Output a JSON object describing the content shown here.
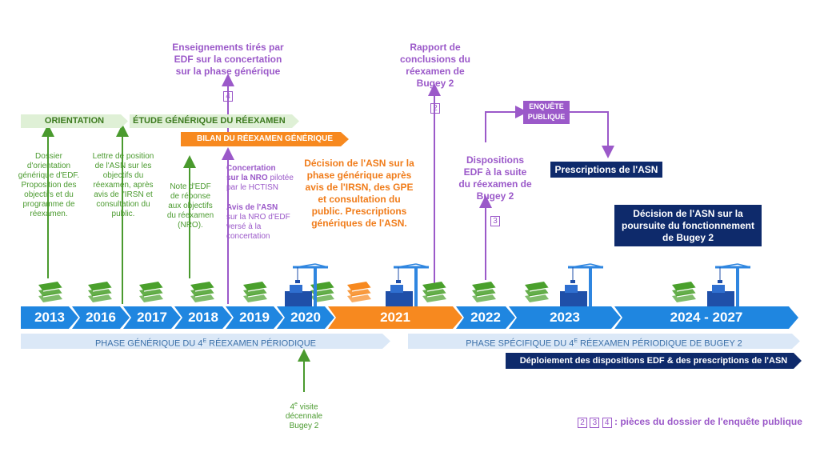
{
  "top": {
    "enseignements": "Enseignements tirés par\nEDF sur la concertation\nsur la phase générique",
    "enseignements_num": "4",
    "rapport": "Rapport de\nconclusions du\nréexamen de\nBugey 2",
    "rapport_num": "2",
    "enquete": "ENQUÊTE\nPUBLIQUE",
    "prescriptions": "Prescriptions de l'ASN",
    "decision_poursuite": "Décision de l'ASN sur la\npoursuite du fonctionnement\nde Bugey 2"
  },
  "bars": {
    "orientation": "ORIENTATION GÉNÉRIQUE",
    "etude": "ÉTUDE GÉNÉRIQUE DU RÉEXAMEN",
    "bilan": "BILAN DU RÉEXAMEN GÉNÉRIQUE"
  },
  "notes": {
    "dossier": "Dossier\nd'orientation\ngénérique d'EDF.\nProposition des\nobjectifs et du\nprogramme de\nréexamen.",
    "lettre": "Lettre de position\nde l'ASN sur les\nobjectifs du\nréexamen, après\navis de l'IRSN et\nconsultation du\npublic.",
    "note_edf": "Note d'EDF\nde réponse\naux objectifs\ndu réexamen\n(NRO).",
    "concertation_title": "Concertation\nsur la NRO",
    "concertation_rest": " pilotée\npar le HCTISN",
    "avis_title": "Avis de l'ASN",
    "avis_rest": "sur la NRO d'EDF\nversé à la\nconcertation",
    "decision_generique": "Décision de l'ASN sur la\nphase générique après\navis de l'IRSN, des GPE\net consultation du\npublic. Prescriptions\ngénériques de l'ASN.",
    "dispositions": "Dispositions\nEDF à la suite\ndu réexamen de\nBugey 2",
    "dispositions_num": "3"
  },
  "years": [
    "2013",
    "2016",
    "2017",
    "2018",
    "2019",
    "2020",
    "2021",
    "2022",
    "2023",
    "2024 - 2027"
  ],
  "phases": {
    "generique_a": "PHASE GÉNÉRIQUE DU 4",
    "generique_sup": "E",
    "generique_b": " RÉEXAMEN PÉRIODIQUE",
    "specifique_a": "PHASE SPÉCIFIQUE DU 4",
    "specifique_sup": "E",
    "specifique_b": " RÉEXAMEN PÉRIODIQUE DE BUGEY 2",
    "deploiement": "Déploiement des dispositions EDF & des prescriptions de l'ASN"
  },
  "visite": {
    "num": "4",
    "sup": "e",
    "text": " visite\ndécennale\nBugey 2"
  },
  "legend": {
    "nums": [
      "2",
      "3",
      "4"
    ],
    "text": " : pièces du dossier de l'enquête publique"
  },
  "colors": {
    "green": "#4a9a2e",
    "purple": "#9b59c9",
    "orange": "#f7891f",
    "blue": "#1f86e0",
    "navy": "#0e2a6b"
  }
}
